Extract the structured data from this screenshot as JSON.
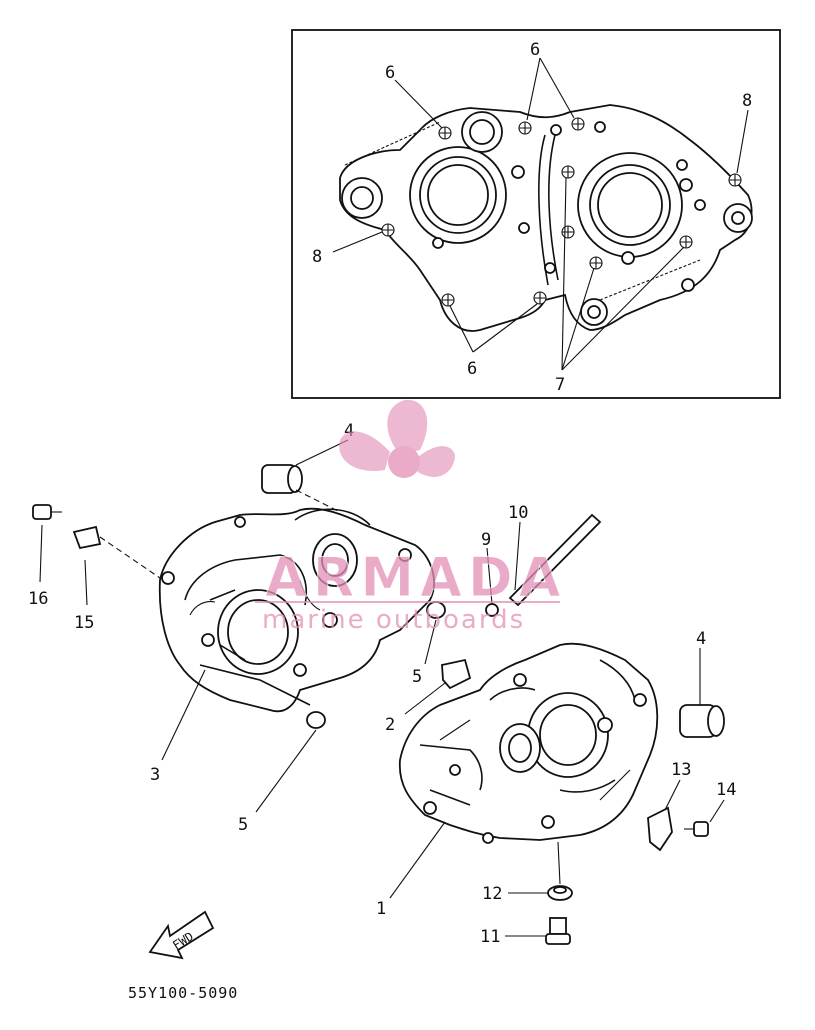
{
  "inset": {
    "callouts": [
      "6",
      "6",
      "8",
      "8",
      "6",
      "7"
    ]
  },
  "parts": {
    "callouts": [
      "1",
      "2",
      "3",
      "4",
      "4",
      "5",
      "5",
      "9",
      "10",
      "11",
      "12",
      "13",
      "14",
      "15",
      "16"
    ]
  },
  "fwd_label": "FWD",
  "diagram_code": "55Y100-5090",
  "watermark": {
    "brand": "ARMADA",
    "tagline": "marine outboards",
    "color": "#e38fb8"
  }
}
